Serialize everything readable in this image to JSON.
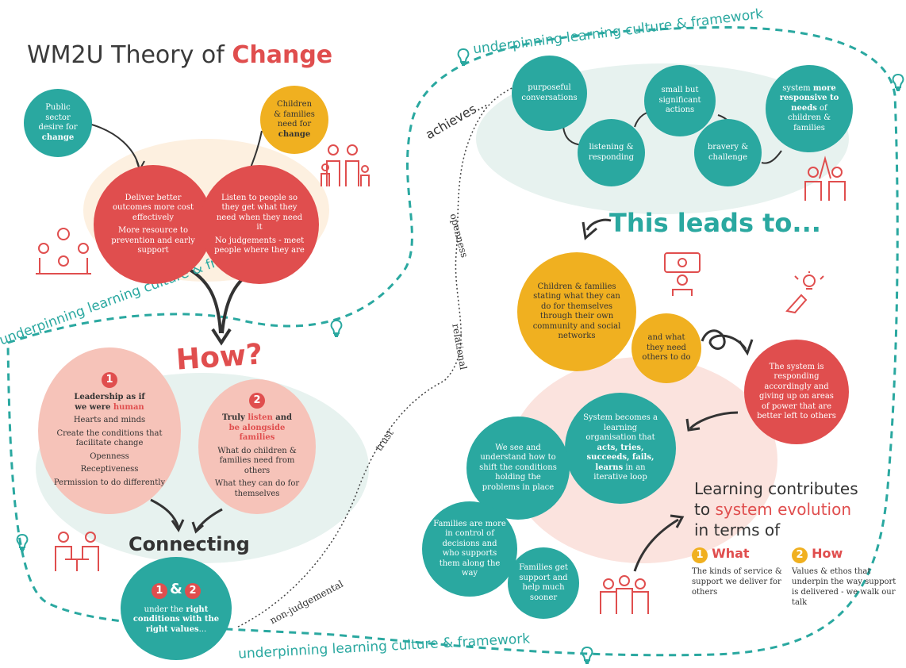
{
  "title": {
    "main": "WM2U Theory of ",
    "accent": "Change"
  },
  "framework_label": "underpinning learning culture & framework",
  "inputs": {
    "public_sector": {
      "line1": "Public",
      "line2": "sector",
      "line3": "desire for",
      "bold": "change"
    },
    "children_families": {
      "line1": "Children",
      "line2": "& families",
      "line3": "need for",
      "bold": "change"
    }
  },
  "outcomes": {
    "left": {
      "p1": "Deliver better outcomes more cost effectively",
      "p2": "More resource to prevention and early support"
    },
    "right": {
      "p1": "Listen to people so they get what they need when they need it",
      "p2": "No judgements - meet people where they are"
    }
  },
  "how": {
    "title": "How?",
    "one": {
      "num": "1",
      "heading_a": "Leadership as if",
      "heading_b": "we were ",
      "heading_hl": "human",
      "items": [
        "Hearts and minds",
        "Create the conditions that facilitate change",
        "Openness",
        "Receptiveness",
        "Permission to do differently"
      ]
    },
    "two": {
      "num": "2",
      "heading_a": "Truly ",
      "heading_hl1": "listen",
      "heading_b": " and",
      "heading_hl2": "be alongside families",
      "items": [
        "What do children & families need from others",
        "What they can do for themselves"
      ]
    }
  },
  "connecting": {
    "title": "Connecting",
    "num1": "1",
    "amp": "&",
    "num2": "2",
    "text_a": "under the ",
    "text_bold": "right conditions with the right values",
    "text_end": "..."
  },
  "path_labels": {
    "non_judgemental": "non-judgemental",
    "trust": "trust",
    "relational": "relational",
    "openness": "openness",
    "achieves": "achieves..."
  },
  "achieves_cycle": {
    "c1": "purposeful conversations",
    "c2": "listening & responding",
    "c3": "small but significant actions",
    "c4": "bravery & challenge",
    "c5_a": "system ",
    "c5_b": "more responsive to needs",
    "c5_c": " of children & families"
  },
  "leads_to": {
    "title": "This leads to...",
    "gold_big": "Children & families stating what they can do for themselves through their own community and social networks",
    "gold_small": "and what they need others to do",
    "red": "The system is responding accordingly and giving up on areas of power that are better left to others",
    "learning_org": {
      "a": "System becomes a learning organisation that ",
      "b": "acts, tries, succeeds, fails, learns",
      "c": " in an iterative loop"
    },
    "shift": "We see and understand how to shift the conditions holding the problems in place",
    "control": "Families are more in control of decisions and who supports them along the way",
    "support": "Families get support and help much sooner"
  },
  "learning": {
    "line1": "Learning contributes",
    "line2a": "to ",
    "line2b": "system evolution",
    "line3": "in terms of",
    "what": {
      "num": "1",
      "label": "What",
      "text": "The kinds of service & support we deliver for others"
    },
    "how": {
      "num": "2",
      "label": "How",
      "text": "Values & ethos that underpin the way support is delivered - we walk our talk"
    }
  },
  "colors": {
    "teal": "#2aa8a0",
    "red": "#e04e4e",
    "gold": "#f0b020",
    "pink": "#f6c3b9",
    "text": "#3a3a3a"
  },
  "icons": [
    "family-icon",
    "group-meeting-icon",
    "celebration-icon",
    "lightbulb-icon",
    "idea-hand-icon",
    "people-table-icon",
    "team-icon",
    "person-screen-icon"
  ]
}
